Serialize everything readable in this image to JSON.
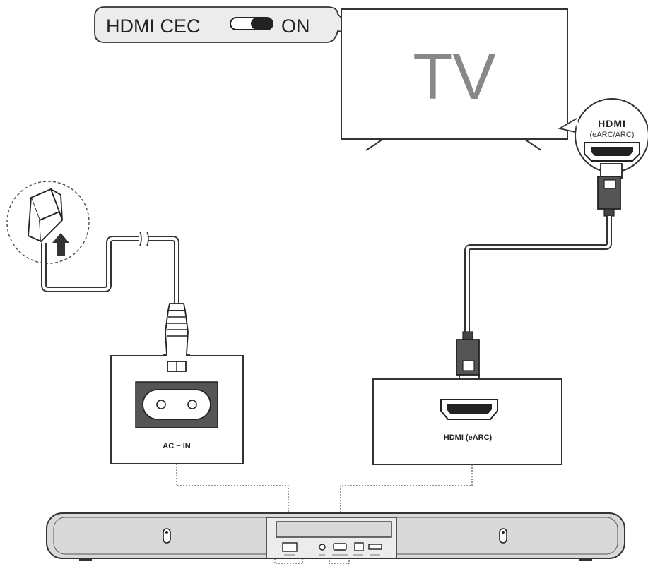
{
  "bubble": {
    "label": "HDMI CEC",
    "state": "ON"
  },
  "tv": {
    "label": "TV"
  },
  "tv_port": {
    "logo": "HDMI",
    "sub": "(eARC/ARC)"
  },
  "ac_panel": {
    "label": "AC ~ IN"
  },
  "hdmi_panel": {
    "label": "HDMI (eARC)"
  },
  "icons": [
    "wall-socket-icon",
    "power-plug-icon",
    "hdmi-plug-icon",
    "hdmi-port-icon",
    "ac-inlet-icon",
    "keyhole-icon",
    "toggle-switch-icon",
    "up-arrow-icon"
  ]
}
